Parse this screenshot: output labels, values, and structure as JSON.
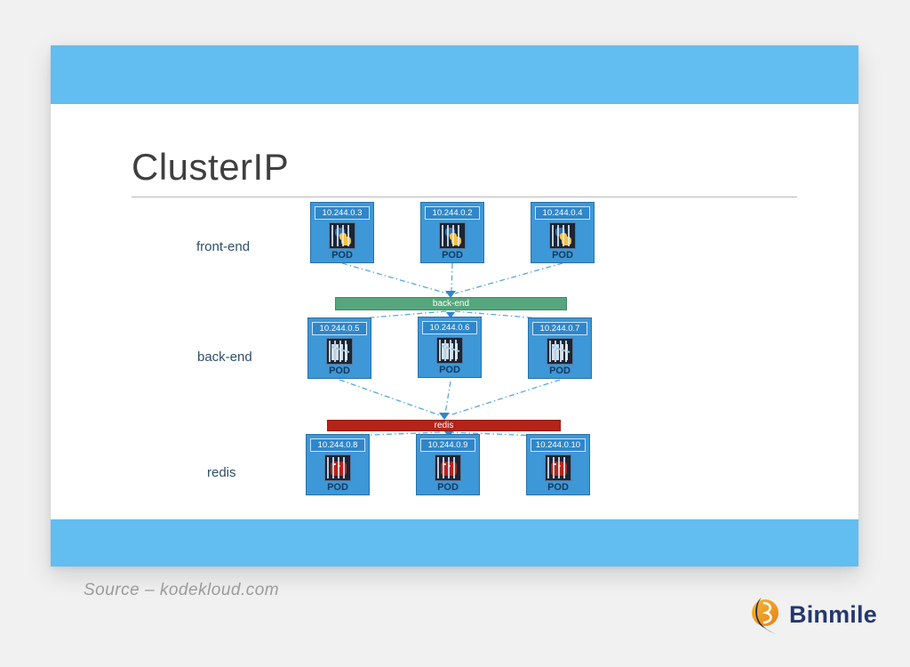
{
  "slide": {
    "title": "ClusterIP",
    "source": "Source – kodekloud.com",
    "brand": "Binmile",
    "colors": {
      "bar_blue": "#62bdf0",
      "pod_blue": "#3e97d6",
      "pod_ip_blue": "#2f86ca",
      "service_green": "#55a67c",
      "service_red": "#b5231a",
      "connector_blue": "#58a8dc"
    }
  },
  "diagram": {
    "tiers": [
      {
        "label": "front-end",
        "icon": "python-container-icon",
        "pods": [
          {
            "ip": "10.244.0.3",
            "caption": "POD"
          },
          {
            "ip": "10.244.0.2",
            "caption": "POD"
          },
          {
            "ip": "10.244.0.4",
            "caption": "POD"
          }
        ]
      },
      {
        "label": "back-end",
        "icon": "app-container-icon",
        "pods": [
          {
            "ip": "10.244.0.5",
            "caption": "POD"
          },
          {
            "ip": "10.244.0.6",
            "caption": "POD"
          },
          {
            "ip": "10.244.0.7",
            "caption": "POD"
          }
        ]
      },
      {
        "label": "redis",
        "icon": "redis-container-icon",
        "pods": [
          {
            "ip": "10.244.0.8",
            "caption": "POD"
          },
          {
            "ip": "10.244.0.9",
            "caption": "POD"
          },
          {
            "ip": "10.244.0.10",
            "caption": "POD"
          }
        ]
      }
    ],
    "services": [
      {
        "name": "back-end"
      },
      {
        "name": "redis"
      }
    ]
  }
}
